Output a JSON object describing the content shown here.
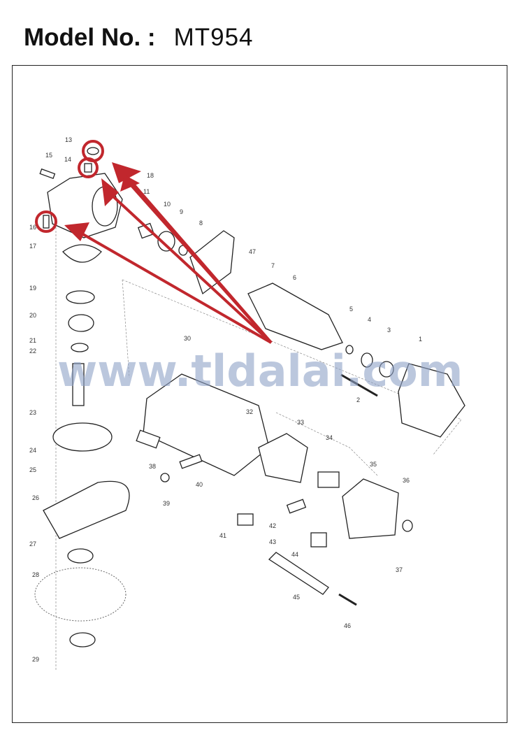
{
  "header": {
    "model_label": "Model No. :",
    "model_value": "MT954"
  },
  "watermark": "www.tldalai.com",
  "colors": {
    "highlight": "#c1272d",
    "line": "#222222",
    "watermark": "#8fa2c8"
  },
  "part_numbers": [
    "13",
    "14",
    "15",
    "16",
    "17",
    "18",
    "11",
    "10",
    "9",
    "8",
    "47",
    "7",
    "6",
    "5",
    "4",
    "3",
    "1",
    "2",
    "30",
    "32",
    "19",
    "20",
    "21",
    "22",
    "23",
    "24",
    "25",
    "26",
    "27",
    "28",
    "29",
    "33",
    "34",
    "35",
    "36",
    "37",
    "38",
    "39",
    "40",
    "41",
    "42",
    "43",
    "44",
    "45",
    "46"
  ],
  "highlighted_parts": [
    "13",
    "14",
    "16"
  ]
}
